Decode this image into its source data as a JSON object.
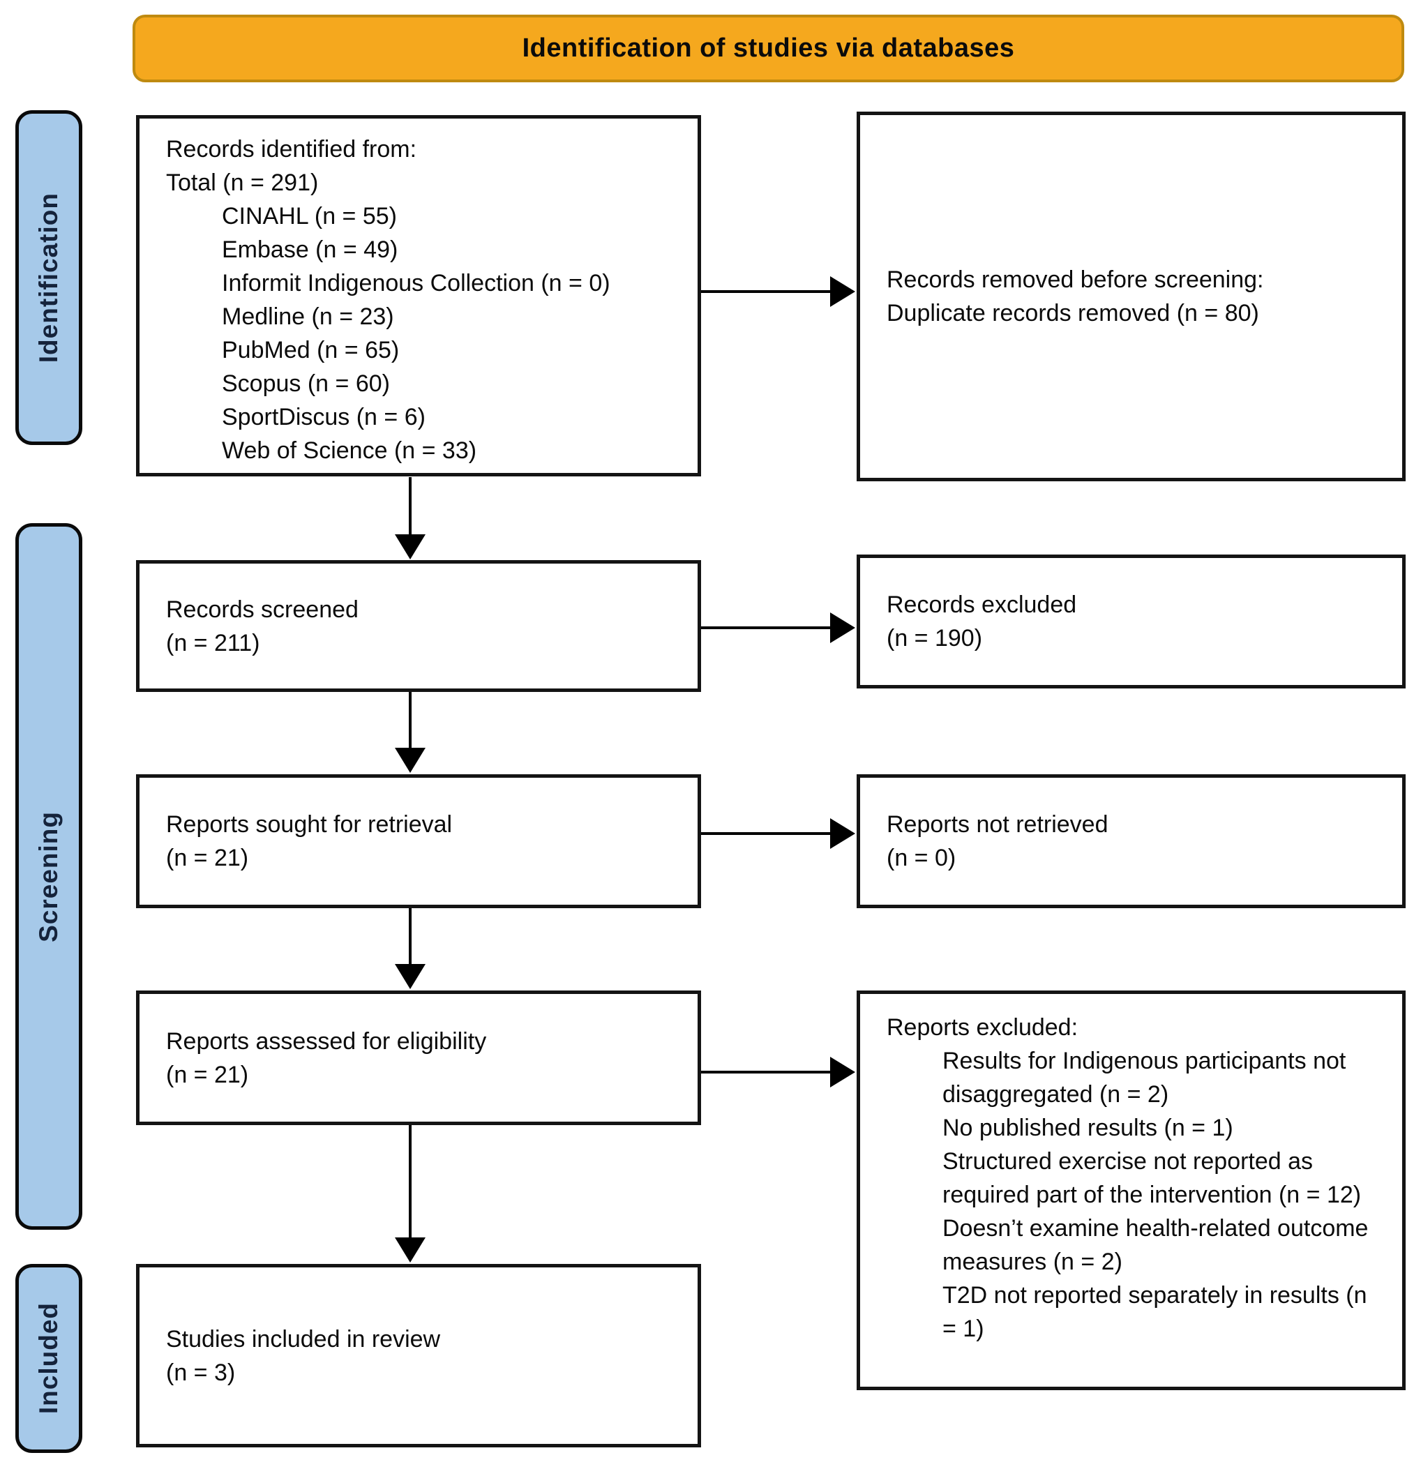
{
  "banner": {
    "title": "Identification of studies via databases"
  },
  "stages": [
    {
      "label": "Identification"
    },
    {
      "label": "Screening"
    },
    {
      "label": "Included"
    }
  ],
  "boxes": {
    "records_identified": {
      "lines": [
        "Records identified from:",
        "Total (n = 291)"
      ],
      "databases": [
        "CINAHL (n = 55)",
        "Embase (n = 49)",
        "Informit Indigenous Collection (n = 0)",
        "Medline (n = 23)",
        "PubMed (n = 65)",
        "Scopus (n = 60)",
        "SportDiscus (n = 6)",
        "Web of Science (n = 33)"
      ]
    },
    "records_removed": {
      "lines": [
        "Records removed before screening:",
        "Duplicate records removed (n = 80)"
      ]
    },
    "records_screened": {
      "lines": [
        "Records screened",
        "(n = 211)"
      ]
    },
    "records_excluded": {
      "lines": [
        "Records excluded",
        "(n = 190)"
      ]
    },
    "reports_sought": {
      "lines": [
        "Reports sought for retrieval",
        "(n = 21)"
      ]
    },
    "reports_not_retrieved": {
      "lines": [
        "Reports not retrieved",
        "(n = 0)"
      ]
    },
    "reports_assessed": {
      "lines": [
        "Reports assessed for eligibility",
        "(n = 21)"
      ]
    },
    "reports_excluded": {
      "title": "Reports excluded:",
      "reasons": [
        "Results for Indigenous participants not disaggregated (n = 2)",
        "No published results (n = 1)",
        "Structured exercise not reported as required part of the intervention (n = 12)",
        "Doesn’t examine health-related outcome measures (n = 2)",
        "T2D not reported separately in results (n = 1)"
      ]
    },
    "studies_included": {
      "lines": [
        "Studies included in review",
        "(n = 3)"
      ]
    }
  },
  "colors": {
    "banner_fill": "#F5A81E",
    "banner_border": "#BF8A10",
    "stage_fill": "#A6C9E9",
    "stage_border": "#0A0A0A",
    "stage_text": "#15233B",
    "box_border": "#141414",
    "arrow": "#000000"
  }
}
